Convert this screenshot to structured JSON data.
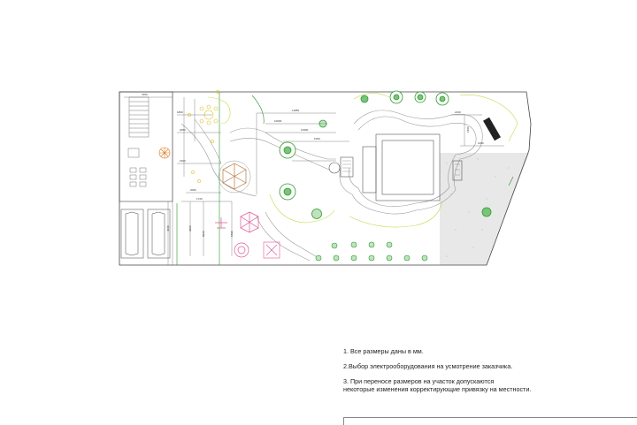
{
  "notes": {
    "items": [
      "1. Все размеры даны в мм.",
      "2.Выбор электрооборудования на усмотрение заказчика.",
      "3. При переносе размеров на участок допускаются\n  некоторые изменения корректирующие привязку на местности."
    ]
  },
  "colors": {
    "outline": "#444444",
    "path": "#9a9a9a",
    "lawn_edge": "#c8d84a",
    "tree": "#2e9a2e",
    "pink": "#e0569a",
    "orange": "#e07a20",
    "yellow": "#e0c020",
    "brown": "#b87840",
    "dark_green": "#2f8f2f",
    "gravel": "#cfcfcf"
  },
  "labels": {
    "dim_top": "7950",
    "dim_a": "1800",
    "dim_b": "2060",
    "dim_c": "1600",
    "dim_d": "11850",
    "dim_e": "10000",
    "dim_f": "12990",
    "dim_g": "1050",
    "dim_h": "2060",
    "dim_i": "1720",
    "dim_j": "3860",
    "dim_k": "5060",
    "dim_l": "1590",
    "dim_m": "2100",
    "dim_n": "1860",
    "dim_o": "1400",
    "dim_p": "4640"
  }
}
